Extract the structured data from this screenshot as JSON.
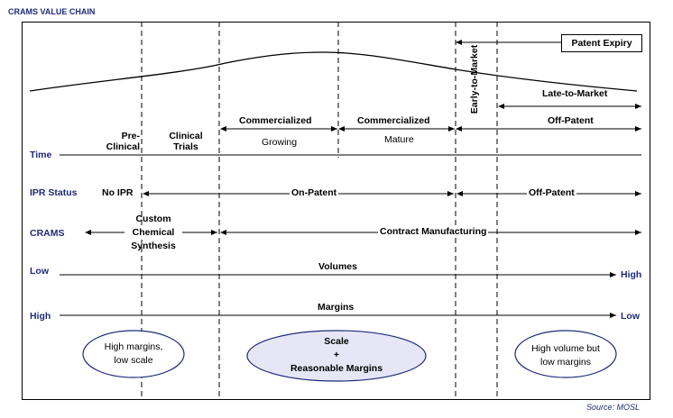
{
  "title": "CRAMS VALUE CHAIN",
  "patent_expiry": "Patent Expiry",
  "early_to_market": "Early-to-Market",
  "late_to_market": "Late-to-Market",
  "off_patent_top": "Off-Patent",
  "phases": {
    "pre_clinical_1": "Pre-",
    "pre_clinical_2": "Clinical",
    "clinical_trials_1": "Clinical",
    "clinical_trials_2": "Trials",
    "commercialized_growing_1": "Commercialized",
    "commercialized_growing_2": "Growing",
    "commercialized_mature_1": "Commercialized",
    "commercialized_mature_2": "Mature"
  },
  "rows": {
    "time": "Time",
    "ipr_status": "IPR Status",
    "crams": "CRAMS",
    "low_left": "Low",
    "high_right": "High",
    "high_left": "High",
    "low_right": "Low"
  },
  "ipr": {
    "no_ipr": "No IPR",
    "on_patent": "On-Patent",
    "off_patent": "Off-Patent"
  },
  "crams_row": {
    "custom_1": "Custom",
    "custom_2": "Chemical",
    "custom_3": "Synthesis",
    "contract": "Contract Manufacturing"
  },
  "volumes": "Volumes",
  "margins": "Margins",
  "bubbles": {
    "left_1": "High margins,",
    "left_2": "low scale",
    "mid_1": "Scale",
    "mid_2": "+",
    "mid_3": "Reasonable Margins",
    "right_1": "High volume but",
    "right_2": "low margins"
  },
  "source": "Source: MOSL",
  "colors": {
    "label_blue": "#1f2a7a",
    "bubble_fill": "#e6e6f7"
  }
}
